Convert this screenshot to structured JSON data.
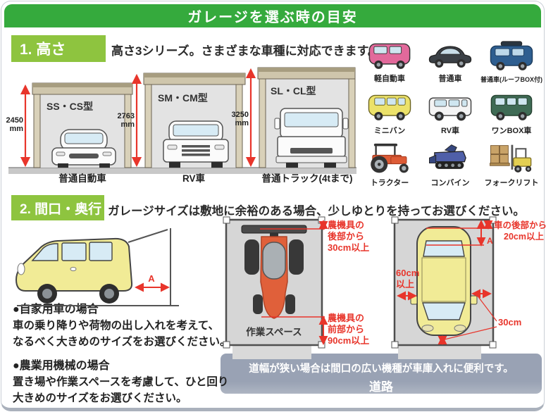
{
  "colors": {
    "header_green": "#35aa3d",
    "section_green": "#8ec43f",
    "accent_red": "#e8352b",
    "road_bar": "#9aa3b5"
  },
  "header": {
    "title": "ガレージを選ぶ時の目安"
  },
  "section1": {
    "label": "1. 高さ",
    "description": "高さ3シリーズ。さまざまな車種に対応できます。",
    "garages": [
      {
        "model": "SS・CS型",
        "height": "2450",
        "unit": "mm",
        "vehicle": "普通自動車"
      },
      {
        "model": "SM・CM型",
        "height": "2763",
        "unit": "mm",
        "vehicle": "RV車"
      },
      {
        "model": "SL・CL型",
        "height": "3250",
        "unit": "mm",
        "vehicle": "普通トラック(4tまで)"
      }
    ],
    "vehicle_types": [
      {
        "label": "軽自動車"
      },
      {
        "label": "普通車"
      },
      {
        "label": "普通車(ルーフBOX付)"
      },
      {
        "label": "ミニバン"
      },
      {
        "label": "RV車"
      },
      {
        "label": "ワンBOX車"
      },
      {
        "label": "トラクター"
      },
      {
        "label": "コンバイン"
      },
      {
        "label": "フォークリフト"
      }
    ]
  },
  "section2": {
    "label": "2. 間口・奥行",
    "description": "ガレージサイズは敷地に余裕のある場合、少しゆとりを持ってお選びください。",
    "side_view": {
      "dimension_label": "A"
    },
    "notes": [
      {
        "heading": "●自家用車の場合",
        "lines": [
          "車の乗り降りや荷物の出し入れを考えて、",
          "なるべく大きめのサイズをお選びください。"
        ]
      },
      {
        "heading": "●農業用機械の場合",
        "lines": [
          "置き場や作業スペースを考慮して、ひと回り",
          "大きめのサイズをお選びください。"
        ]
      }
    ],
    "tractor_diagram": {
      "rear_note_lines": [
        "農機具の",
        "後部から",
        "30cm以上"
      ],
      "front_note_lines": [
        "農機具の",
        "前部から",
        "90cm以上"
      ],
      "work_space": "作業スペース"
    },
    "car_diagram": {
      "rear_note_line1": "車の後部から",
      "rear_note_line2": "20cm以上",
      "dimension_label": "A",
      "side_note_lines": [
        "60cm",
        "以上"
      ],
      "bottom_note": "30cm"
    },
    "road": {
      "note": "道幅が狭い場合は間口の広い機種が車庫入れに便利です。",
      "label": "道路"
    }
  }
}
